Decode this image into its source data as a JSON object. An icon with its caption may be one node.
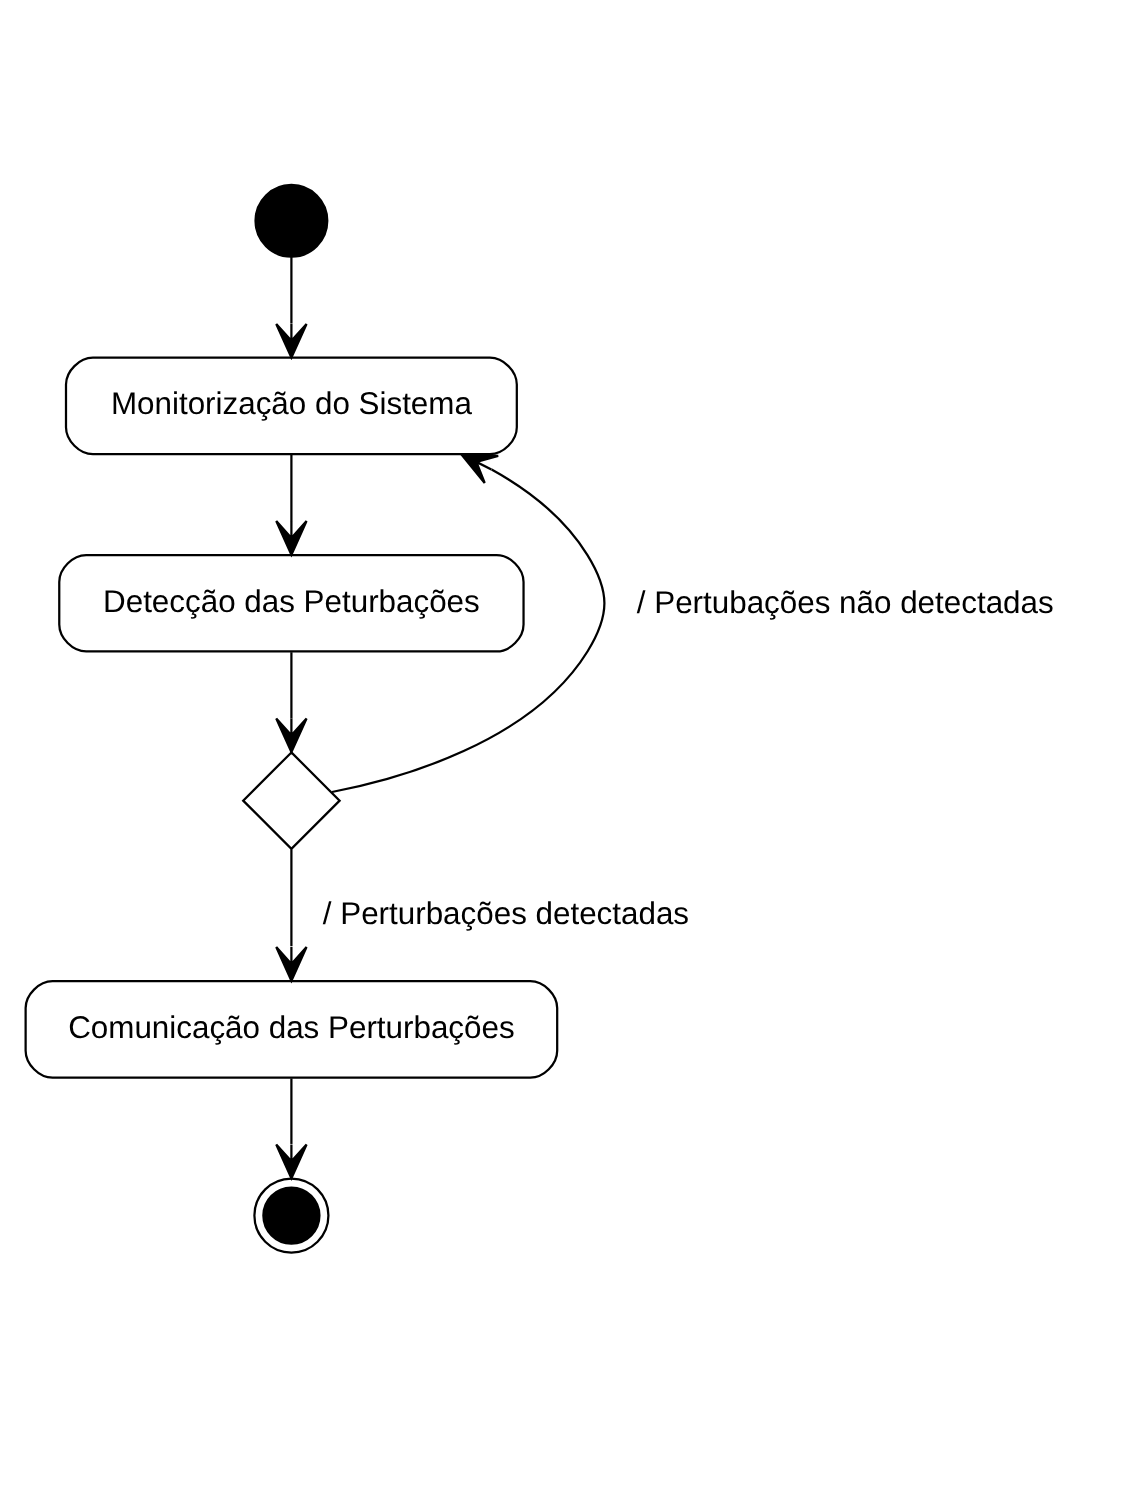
{
  "diagram": {
    "nodes": [
      {
        "text": [],
        "shape": "circle"
      },
      {
        "text": [
          "Monitorização do Sistema"
        ]
      },
      {
        "text": [
          "Detecção das Peturbações"
        ]
      },
      {
        "text": [],
        "shape": "diamond"
      },
      {
        "text": [
          "Comunicação das Perturbações"
        ]
      },
      {
        "text": [],
        "shape": "circle"
      }
    ],
    "edges": [
      {
        "from": 0,
        "to": 1,
        "arrow": "to"
      },
      {
        "from": 1,
        "to": 2,
        "arrow": "to"
      },
      {
        "from": 2,
        "to": 3,
        "arrow": "to"
      },
      {
        "from": 3,
        "to": 1,
        "arrow": "to",
        "label": "/ Pertubações não detectadas"
      },
      {
        "from": 3,
        "to": 4,
        "arrow": "to",
        "label": "/ Perturbações detectadas"
      },
      {
        "from": 4,
        "to": 5,
        "arrow": "to"
      }
    ]
  }
}
